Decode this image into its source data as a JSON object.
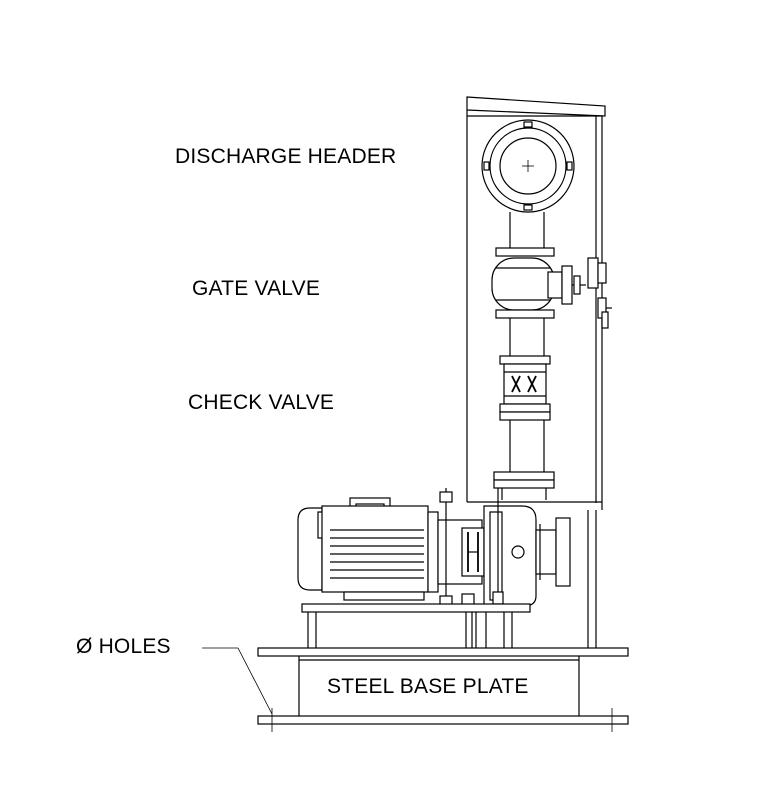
{
  "labels": {
    "discharge_header": "DISCHARGE HEADER",
    "gate_valve": "GATE VALVE",
    "check_valve": "CHECK VALVE",
    "holes": "Ø HOLES",
    "steel_base_plate": "STEEL BASE PLATE"
  }
}
